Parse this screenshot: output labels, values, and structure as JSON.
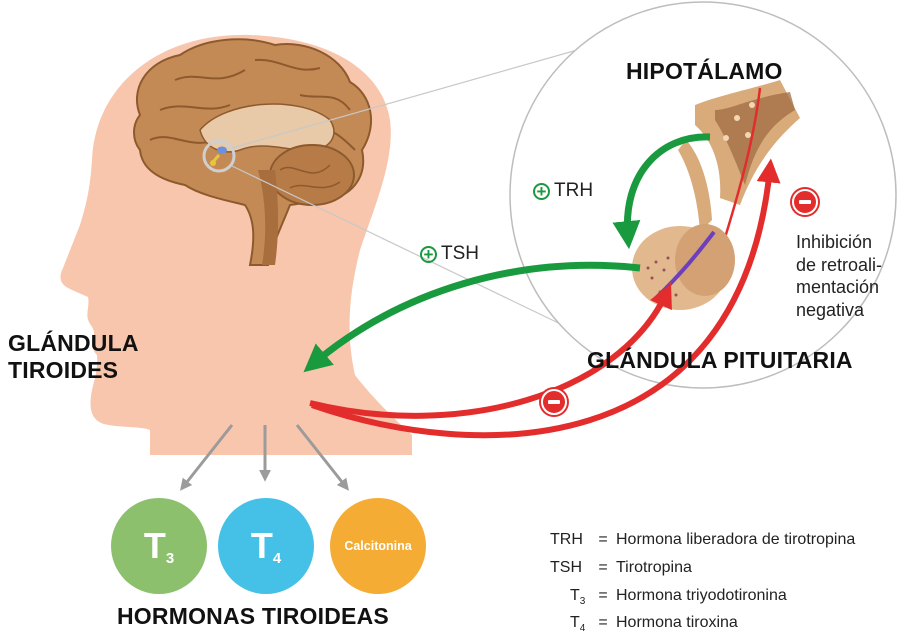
{
  "labels": {
    "hypothalamus": "HIPOTÁLAMO",
    "pituitary": "GLÁNDULA PITUITARIA",
    "thyroid_line1": "GLÁNDULA",
    "thyroid_line2": "TIROIDES",
    "hormones_title": "HORMONAS TIROIDEAS",
    "trh": "TRH",
    "tsh": "TSH",
    "feedback_line1": "Inhibición",
    "feedback_line2": "de retroali-",
    "feedback_line3": "mentación",
    "feedback_line4": "negativa"
  },
  "hormones": [
    {
      "base": "T",
      "sub": "3",
      "color": "#8cc06d"
    },
    {
      "base": "T",
      "sub": "4",
      "color": "#45c1e8"
    },
    {
      "base": "Calcitonina",
      "sub": "",
      "color": "#f5ac35"
    }
  ],
  "legend": [
    {
      "abbr": "TRH",
      "sub": "",
      "definition": "Hormona liberadora de tirotropina"
    },
    {
      "abbr": "TSH",
      "sub": "",
      "definition": "Tirotropina"
    },
    {
      "abbr": "T",
      "sub": "3",
      "definition": "Hormona triyodotironina"
    },
    {
      "abbr": "T",
      "sub": "4",
      "definition": "Hormona tiroxina"
    }
  ],
  "legend_equals": "=",
  "colors": {
    "skin": "#f8c6ac",
    "brain": "#c48a55",
    "stimulation": "#1a9a3e",
    "inhibition": "#e32d2d",
    "arrows_gray": "#9b9b9b"
  }
}
